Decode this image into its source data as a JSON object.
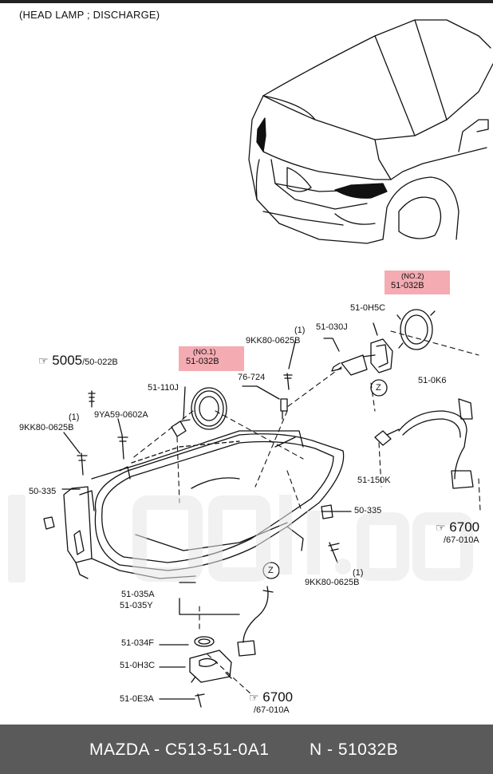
{
  "title": "(HEAD LAMP ; DISCHARGE)",
  "colors": {
    "highlight": "#f08f98",
    "footer_bg": "#5a5a5a",
    "footer_text": "#ffffff",
    "watermark": "#e6e6e6"
  },
  "refs": {
    "ref_5005": {
      "num": "5005",
      "sub": "/50-022B"
    },
    "ref_6700_right": {
      "num": "6700",
      "sub": "/67-010A"
    },
    "ref_6700_bottom": {
      "num": "6700",
      "sub": "/67-010A"
    }
  },
  "labels": {
    "no2": "(NO.2)",
    "part_51032b_top": "51-032B",
    "no1": "(NO.1)",
    "part_51032b_left": "51-032B",
    "part_510h5c": "51-0H5C",
    "part_51030j": "51-030J",
    "qty_1_a": "(1)",
    "part_9kk80_a": "9KK80-0625B",
    "part_76724": "76-724",
    "part_51110j": "51-110J",
    "part_9ya59": "9YA59-0602A",
    "qty_1_b": "(1)",
    "part_9kk80_b": "9KK80-0625B",
    "part_50335_left": "50-335",
    "part_50335_right": "50-335",
    "part_510k6": "51-0K6",
    "part_51150k": "51-150K",
    "qty_1_c": "(1)",
    "part_9kk80_c": "9KK80-0625B",
    "part_51035a": "51-035A",
    "part_51035y": "51-035Y",
    "part_51034f": "51-034F",
    "part_510h3c": "51-0H3C",
    "part_510e3a": "51-0E3A",
    "z_top": "Z",
    "z_bottom": "Z"
  },
  "footer": {
    "left": "MAZDA - C513-51-0A1",
    "right": "N - 51032B"
  }
}
